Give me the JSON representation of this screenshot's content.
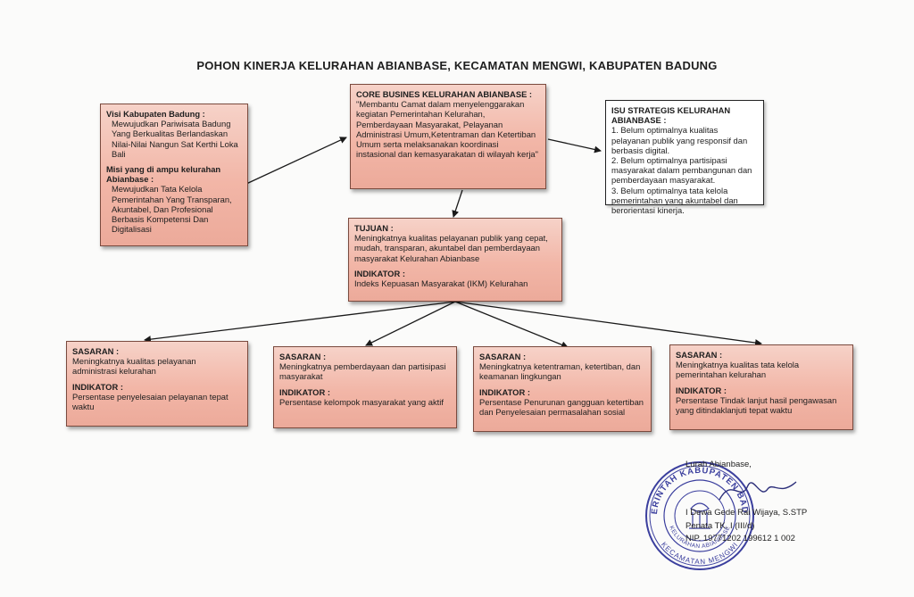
{
  "title": "POHON KINERJA KELURAHAN ABIANBASE, KECAMATAN MENGWI, KABUPATEN BADUNG",
  "visi": {
    "heading": "Visi Kabupaten Badung :",
    "text": "Mewujudkan Pariwisata Badung Yang Berkualitas Berlandaskan Nilai-Nilai Nangun Sat Kerthi Loka Bali",
    "misi_heading": "Misi yang di ampu kelurahan Abianbase :",
    "misi_text": "Mewujudkan Tata Kelola Pemerintahan Yang Transparan, Akuntabel, Dan Profesional Berbasis Kompetensi Dan Digitalisasi"
  },
  "core": {
    "heading": "CORE BUSINES KELURAHAN ABIANBASE :",
    "text": "\"Membantu Camat dalam menyelenggarakan kegiatan Pemerintahan Kelurahan, Pemberdayaan Masyarakat, Pelayanan Administrasi Umum,Ketentraman dan Ketertiban Umum serta melaksanakan koordinasi instasional dan kemasyarakatan di wilayah kerja\""
  },
  "isu": {
    "heading": "ISU STRATEGIS KELURAHAN ABIANBASE :",
    "items": [
      "1. Belum optimalnya kualitas pelayanan publik yang responsif dan berbasis digital.",
      "2. Belum optimalnya partisipasi masyarakat dalam pembangunan dan pemberdayaan masyarakat.",
      "3. Belum optimalnya tata kelola pemerintahan yang akuntabel dan berorientasi kinerja."
    ]
  },
  "tujuan": {
    "heading": "TUJUAN :",
    "text": "Meningkatnya kualitas pelayanan publik yang cepat, mudah, transparan, akuntabel dan pemberdayaan masyarakat Kelurahan Abianbase",
    "indikator_heading": "INDIKATOR :",
    "indikator_text": "Indeks Kepuasan Masyarakat (IKM) Kelurahan"
  },
  "sasaran": [
    {
      "heading": "SASARAN :",
      "text": "Meningkatnya kualitas pelayanan administrasi kelurahan",
      "indikator_heading": "INDIKATOR :",
      "indikator_text": "Persentase penyelesaian pelayanan tepat waktu"
    },
    {
      "heading": "SASARAN :",
      "text": "Meningkatnya pemberdayaan dan partisipasi masyarakat",
      "indikator_heading": "INDIKATOR :",
      "indikator_text": "Persentase kelompok masyarakat yang aktif"
    },
    {
      "heading": "SASARAN :",
      "text": "Meningkatnya ketentraman, ketertiban, dan keamanan lingkungan",
      "indikator_heading": "INDIKATOR :",
      "indikator_text": "Persentase Penurunan gangguan ketertiban dan  Penyelesaian permasalahan sosial"
    },
    {
      "heading": "SASARAN :",
      "text": "Meningkatnya kualitas tata kelola pemerintahan kelurahan",
      "indikator_heading": "INDIKATOR :",
      "indikator_text": "Persentase Tindak lanjut hasil pengawasan yang ditindaklanjuti tepat waktu"
    }
  ],
  "signature": {
    "position": "Lurah Abianbase,",
    "name": "I Dewa Gede Rai Wijaya, S.STP",
    "rank": "Penata TK. I (III/d)",
    "nip": "NIP. 19771202 199612 1 002"
  },
  "stamp": {
    "outer_text": "PEMERINTAH KABUPATEN BADUNG",
    "inner_text": "KELURAHAN ABIANBASE",
    "bottom_text": "KECAMATAN MENGWI",
    "color": "#3b3f9e"
  }
}
